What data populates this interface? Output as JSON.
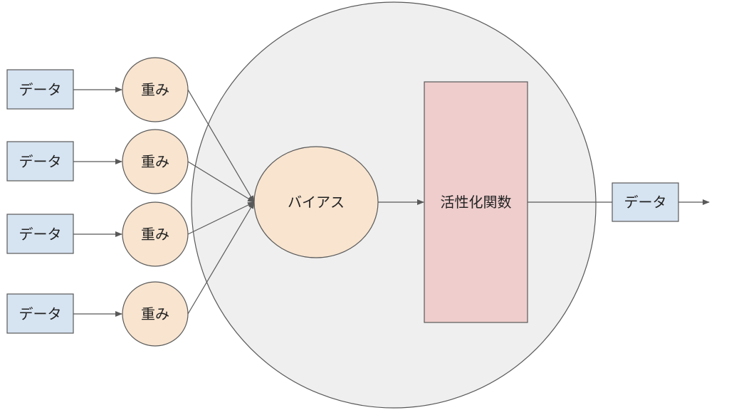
{
  "diagram": {
    "inputs": [
      {
        "data_label": "データ",
        "weight_label": "重み"
      },
      {
        "data_label": "データ",
        "weight_label": "重み"
      },
      {
        "data_label": "データ",
        "weight_label": "重み"
      },
      {
        "data_label": "データ",
        "weight_label": "重み"
      }
    ],
    "bias_label": "バイアス",
    "activation_label": "活性化関数",
    "output_label": "データ"
  },
  "colors": {
    "data_box_fill": "#d6e3f1",
    "weight_fill": "#f8e4cf",
    "bias_fill": "#f8e4cf",
    "activation_fill": "#eecdcc",
    "neuron_fill": "#efefef",
    "stroke": "#595959"
  }
}
